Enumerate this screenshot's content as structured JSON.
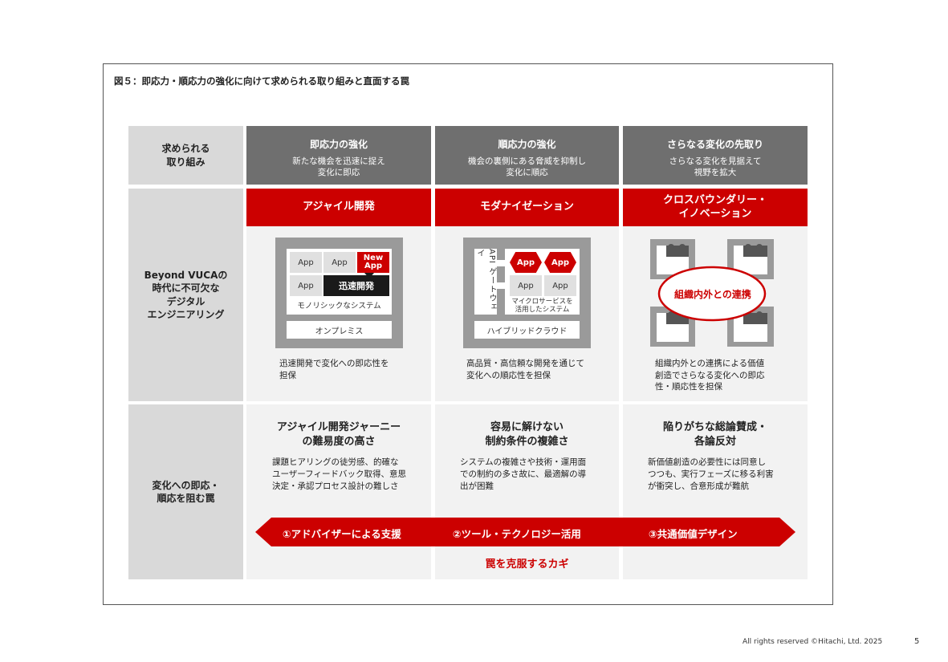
{
  "figure_title": "図５：即応力・順応力の強化に向けて求められる取り組みと直面する罠",
  "row_headers": {
    "initiatives": "求められる\n取り組み",
    "engineering": "Beyond VUCAの\n時代に不可欠な\nデジタル\nエンジニアリング",
    "traps": "変化への即応・\n順応を阻む罠"
  },
  "columns": [
    {
      "title": "即応力の強化",
      "subtitle": "新たな機会を迅速に捉え\n変化に即応",
      "approach": "アジャイル開発",
      "desc": "迅速開発で変化への即応性を\n担保",
      "trap_title": "アジャイル開発ジャーニー\nの難易度の高さ",
      "trap_desc": "課題ヒアリングの徒労感、的確な\nユーザーフィードバック取得、意思\n決定・承認プロセス設計の難しさ"
    },
    {
      "title": "順応力の強化",
      "subtitle": "機会の裏側にある脅威を抑制し\n変化に順応",
      "approach": "モダナイゼーション",
      "desc": "高品質・高信頼な開発を通じて\n変化への順応性を担保",
      "trap_title": "容易に解けない\n制約条件の複雑さ",
      "trap_desc": "システムの複雑さや技術・運用面\nでの制約の多さ故に、最適解の導\n出が困難"
    },
    {
      "title": "さらなる変化の先取り",
      "subtitle": "さらなる変化を見据えて\n視野を拡大",
      "approach": "クロスバウンダリー・\nイノベーション",
      "desc": "組織内外との連携による価値\n創造でさらなる変化への即応\n性・順応性を担保",
      "trap_title": "陥りがちな総論賛成・\n各論反対",
      "trap_desc": "新価値創造の必要性には同意し\nつつも、実行フェーズに移る利害\nが衝突し、合意形成が難航"
    }
  ],
  "agile_figure": {
    "app": "App",
    "new_app": "New\nApp",
    "rapid_dev": "迅速開発",
    "monolithic": "モノリシックなシステム",
    "on_premises": "オンプレミス"
  },
  "modern_figure": {
    "api_gateway": "API\nゲートウェイ",
    "app": "App",
    "microservices": "マイクロサービスを\n活用したシステム",
    "hybrid_cloud": "ハイブリッドクラウド"
  },
  "cross_figure": {
    "collab": "組織内外との連携"
  },
  "keys": [
    "①アドバイザーによる支援",
    "②ツール・テクノロジー活用",
    "③共通価値デザイン"
  ],
  "key_caption": "罠を克服するカギ",
  "footer": {
    "copyright": "All rights reserved ©Hitachi, Ltd. 2025",
    "page": "5"
  },
  "colors": {
    "accent_red": "#cc0000",
    "header_gray": "#6f6f6f",
    "row_gray": "#d9d9d9",
    "cell_light": "#f2f2f2"
  }
}
